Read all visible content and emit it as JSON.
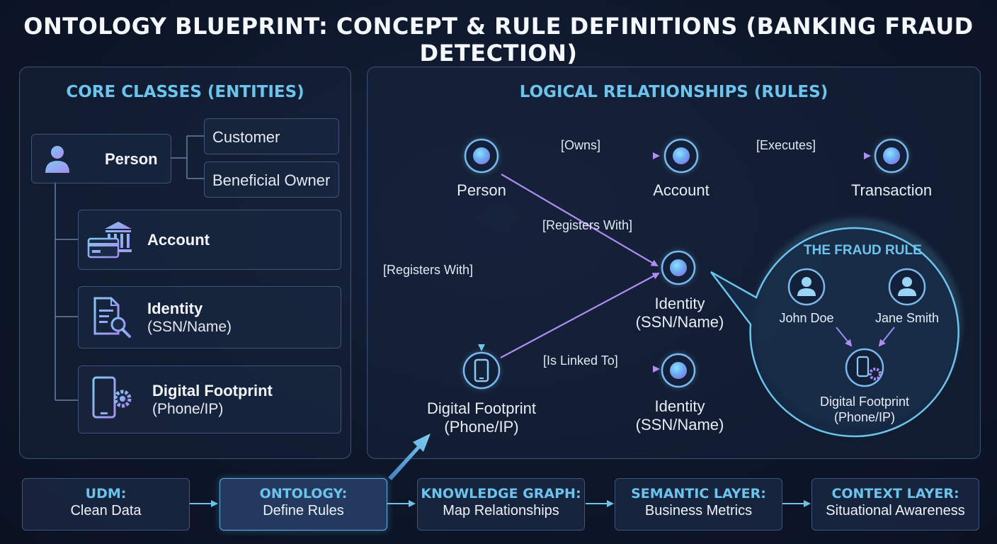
{
  "title": "ONTOLOGY BLUEPRINT: CONCEPT & RULE DEFINITIONS (BANKING FRAUD DETECTION)",
  "core_classes": {
    "title": "CORE CLASSES (ENTITIES)",
    "person": "Person",
    "person_subclasses": [
      "Customer",
      "Beneficial Owner"
    ],
    "account": "Account",
    "identity": {
      "name": "Identity",
      "sub": "(SSN/Name)"
    },
    "digital_footprint": {
      "name": "Digital Footprint",
      "sub": "(Phone/IP)"
    }
  },
  "relationships": {
    "title": "LOGICAL RELATIONSHIPS (RULES)",
    "nodes": {
      "person": "Person",
      "account": "Account",
      "transaction": "Transaction",
      "identity1_name": "Identity",
      "identity1_sub": "(SSN/Name)",
      "identity2_name": "Identity",
      "identity2_sub": "(SSN/Name)",
      "footprint_name": "Digital Footprint",
      "footprint_sub": "(Phone/IP)"
    },
    "edges": {
      "owns": "[Owns]",
      "executes": "[Executes]",
      "registers_with_diag": "[Registers With]",
      "registers_with_vert": "[Registers With]",
      "is_linked_to": "[Is Linked To]"
    },
    "fraud_rule": {
      "title": "THE FRAUD RULE",
      "person_a": "John Doe",
      "person_b": "Jane Smith",
      "footprint_name": "Digital Footprint",
      "footprint_sub": "(Phone/IP)"
    }
  },
  "pipeline": [
    {
      "heading": "UDM:",
      "sub": "Clean Data"
    },
    {
      "heading": "ONTOLOGY:",
      "sub": "Define Rules"
    },
    {
      "heading": "KNOWLEDGE GRAPH:",
      "sub": "Map Relationships"
    },
    {
      "heading": "SEMANTIC LAYER:",
      "sub": "Business Metrics"
    },
    {
      "heading": "CONTEXT LAYER:",
      "sub": "Situational Awareness"
    }
  ],
  "colors": {
    "accent_blue": "#6cc4ec",
    "accent_purple": "#b18cf2",
    "background": "#0d1628"
  }
}
